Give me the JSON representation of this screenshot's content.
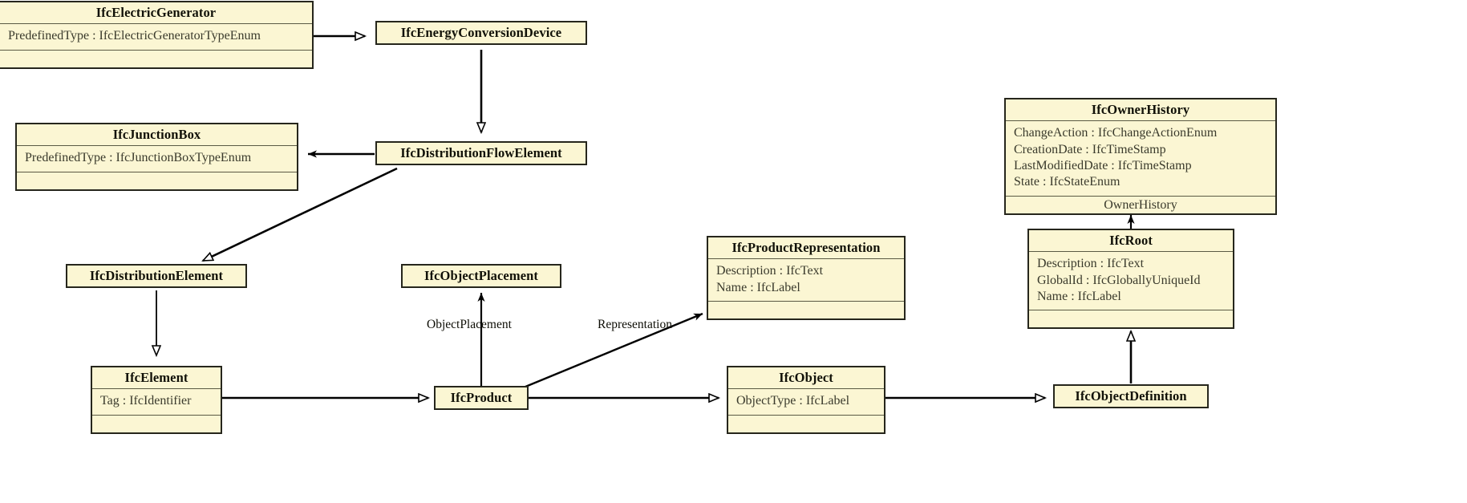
{
  "diagram": {
    "title": "IFC class hierarchy UML diagram",
    "type": "uml-class-diagram",
    "colors": {
      "box_fill": "#fbf6d3",
      "box_border": "#26261c",
      "separator": "#5a5a44",
      "text": "#111108",
      "attr_text": "#3a3a2c",
      "edge": "#000000",
      "background": "#ffffff"
    }
  },
  "classes": [
    {
      "id": "IfcElectricGenerator",
      "name": "IfcElectricGenerator",
      "attributes": [
        "PredefinedType : IfcElectricGeneratorTypeEnum"
      ],
      "operations": []
    },
    {
      "id": "IfcEnergyConversionDevice",
      "name": "IfcEnergyConversionDevice",
      "attributes": [],
      "operations": []
    },
    {
      "id": "IfcJunctionBox",
      "name": "IfcJunctionBox",
      "attributes": [
        "PredefinedType : IfcJunctionBoxTypeEnum"
      ],
      "operations": []
    },
    {
      "id": "IfcDistributionFlowElement",
      "name": "IfcDistributionFlowElement",
      "attributes": [],
      "operations": []
    },
    {
      "id": "IfcOwnerHistory",
      "name": "IfcOwnerHistory",
      "attributes": [
        "ChangeAction : IfcChangeActionEnum",
        "CreationDate : IfcTimeStamp",
        "LastModifiedDate : IfcTimeStamp",
        "State : IfcStateEnum"
      ],
      "operations": [
        "OwnerHistory"
      ]
    },
    {
      "id": "IfcDistributionElement",
      "name": "IfcDistributionElement",
      "attributes": [],
      "operations": []
    },
    {
      "id": "IfcObjectPlacement",
      "name": "IfcObjectPlacement",
      "attributes": [],
      "operations": []
    },
    {
      "id": "IfcProductRepresentation",
      "name": "IfcProductRepresentation",
      "attributes": [
        "Description : IfcText",
        "Name : IfcLabel"
      ],
      "operations": []
    },
    {
      "id": "IfcRoot",
      "name": "IfcRoot",
      "attributes": [
        "Description : IfcText",
        "GlobalId : IfcGloballyUniqueId",
        "Name : IfcLabel"
      ],
      "operations": []
    },
    {
      "id": "IfcElement",
      "name": "IfcElement",
      "attributes": [
        "Tag : IfcIdentifier"
      ],
      "operations": []
    },
    {
      "id": "IfcProduct",
      "name": "IfcProduct",
      "attributes": [],
      "operations": []
    },
    {
      "id": "IfcObject",
      "name": "IfcObject",
      "attributes": [
        "ObjectType : IfcLabel"
      ],
      "operations": []
    },
    {
      "id": "IfcObjectDefinition",
      "name": "IfcObjectDefinition",
      "attributes": [],
      "operations": []
    }
  ],
  "edge_labels": [
    {
      "id": "objectplacement",
      "text": "ObjectPlacement"
    },
    {
      "id": "representation",
      "text": "Representation"
    }
  ],
  "relationships": [
    {
      "from": "IfcElectricGenerator",
      "to": "IfcEnergyConversionDevice",
      "type": "generalization"
    },
    {
      "from": "IfcEnergyConversionDevice",
      "to": "IfcDistributionFlowElement",
      "type": "generalization"
    },
    {
      "from": "IfcDistributionFlowElement",
      "to": "IfcJunctionBox",
      "type": "association"
    },
    {
      "from": "IfcDistributionFlowElement",
      "to": "IfcDistributionElement",
      "type": "generalization"
    },
    {
      "from": "IfcDistributionElement",
      "to": "IfcElement",
      "type": "generalization"
    },
    {
      "from": "IfcElement",
      "to": "IfcProduct",
      "type": "generalization"
    },
    {
      "from": "IfcProduct",
      "to": "IfcObjectPlacement",
      "type": "association",
      "label": "ObjectPlacement"
    },
    {
      "from": "IfcProduct",
      "to": "IfcProductRepresentation",
      "type": "association",
      "label": "Representation"
    },
    {
      "from": "IfcProduct",
      "to": "IfcObject",
      "type": "generalization"
    },
    {
      "from": "IfcObject",
      "to": "IfcObjectDefinition",
      "type": "generalization"
    },
    {
      "from": "IfcObjectDefinition",
      "to": "IfcRoot",
      "type": "generalization"
    },
    {
      "from": "IfcRoot",
      "to": "IfcOwnerHistory",
      "type": "association"
    }
  ]
}
